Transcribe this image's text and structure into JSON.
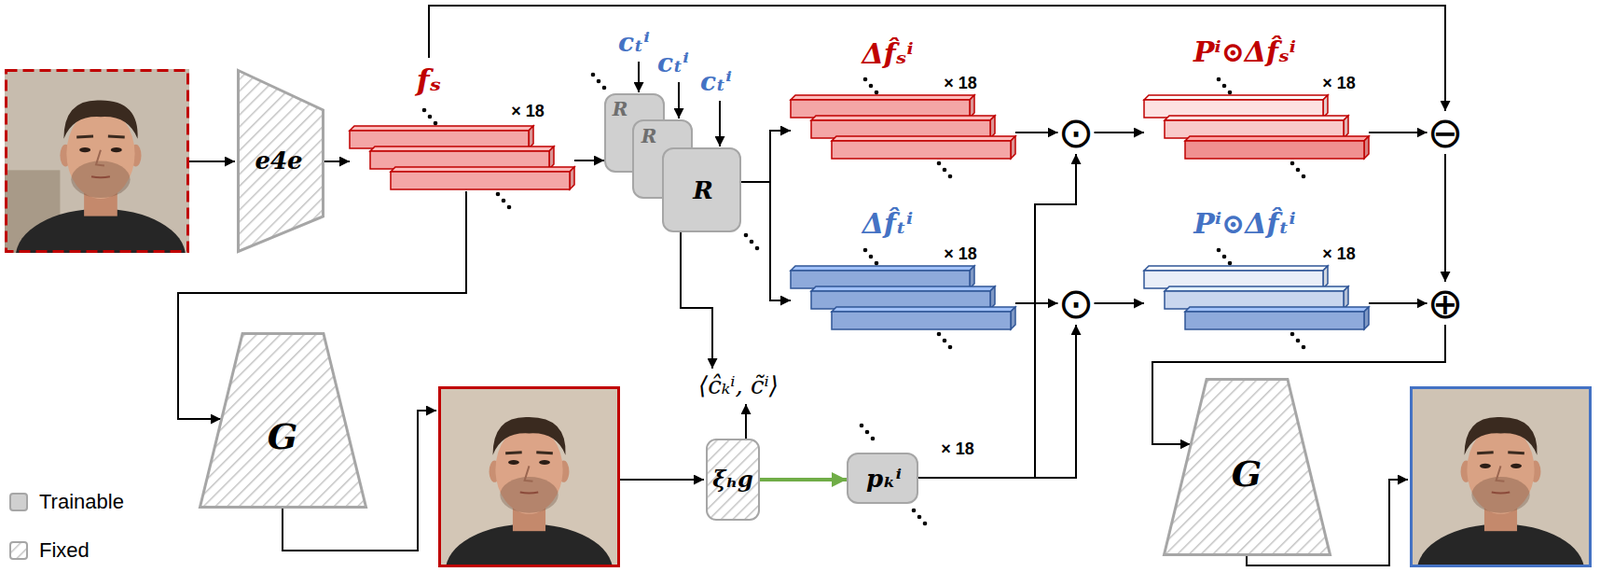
{
  "diagram": {
    "nodes": [
      {
        "text": [
          "e4e"
        ]
      },
      {
        "text": [
          "fₛ",
          "× 18"
        ]
      },
      {
        "text": [
          "R"
        ]
      },
      {
        "text": [
          "R"
        ]
      },
      {
        "text": [
          "R"
        ]
      },
      {
        "text": [
          "Δf̂ₛⁱ",
          "× 18"
        ]
      },
      {
        "text": [
          "Δf̂ₜⁱ",
          "× 18"
        ]
      },
      {
        "text": [
          "⊙"
        ]
      },
      {
        "text": [
          "⊙"
        ]
      },
      {
        "text": [
          "Pⁱ⊙Δf̂ₛⁱ",
          "× 18"
        ]
      },
      {
        "text": [
          "Pⁱ⊙Δf̂ₜⁱ",
          "× 18"
        ]
      },
      {
        "text": [
          "⊖"
        ]
      },
      {
        "text": [
          "⊕"
        ]
      },
      {
        "text": [
          "G"
        ]
      },
      {
        "text": [
          "ξₕg"
        ]
      },
      {
        "text": [
          "pₖⁱ",
          "× 18"
        ]
      },
      {
        "text": [
          "G"
        ]
      }
    ],
    "edges": [
      {
        "from": 0,
        "to": 1,
        "arrow": "to"
      },
      {
        "from": 1,
        "to": 2,
        "arrow": "to"
      },
      {
        "from": 4,
        "to": 5,
        "arrow": "to"
      },
      {
        "from": 4,
        "to": 6,
        "arrow": "to"
      },
      {
        "from": 5,
        "to": 7,
        "arrow": "to"
      },
      {
        "from": 6,
        "to": 8,
        "arrow": "to"
      },
      {
        "from": 15,
        "to": 7,
        "arrow": "to"
      },
      {
        "from": 15,
        "to": 8,
        "arrow": "to"
      },
      {
        "from": 7,
        "to": 9,
        "arrow": "to"
      },
      {
        "from": 8,
        "to": 10,
        "arrow": "to"
      },
      {
        "from": 9,
        "to": 11,
        "arrow": "to"
      },
      {
        "from": 10,
        "to": 12,
        "arrow": "to"
      },
      {
        "from": 11,
        "to": 12,
        "arrow": "to"
      },
      {
        "from": 1,
        "to": 11,
        "arrow": "to"
      },
      {
        "from": 1,
        "to": 13,
        "arrow": "to"
      },
      {
        "from": 14,
        "to": 15,
        "arrow": "to"
      },
      {
        "from": 12,
        "to": 16,
        "arrow": "to"
      }
    ],
    "labels": [
      "cₜⁱ",
      "cₜⁱ",
      "cₜⁱ",
      "⟨ĉₖⁱ, c̃ⁱ⟩"
    ],
    "legend": [
      {
        "text": "Trainable",
        "color": "#d0d0d0"
      },
      {
        "text": "Fixed"
      }
    ]
  }
}
